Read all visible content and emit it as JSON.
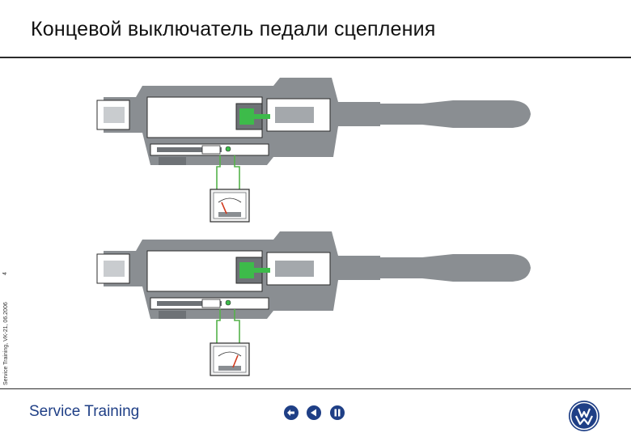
{
  "slide": {
    "title": "Концевой выключатель педали сцепления",
    "side_text": "Service Training, VK-21, 06.2006",
    "page_number": "4"
  },
  "footer": {
    "brand": "Service Training",
    "nav_buttons": [
      {
        "icon": "back-arrow-icon"
      },
      {
        "icon": "previous-arrow-icon"
      },
      {
        "icon": "pause-icon"
      }
    ],
    "logo": "vw-logo-icon"
  },
  "colors": {
    "accent_blue": "#1f3f86",
    "switch_green": "#3dbb4a",
    "wire_green": "#55b24a",
    "body_gray": "#8a8e92",
    "line_dark": "#2b2b2b",
    "needle_red": "#d23a1e"
  },
  "diagram": {
    "states": [
      {
        "name": "top-assembly",
        "meter_reading": "needle-left"
      },
      {
        "name": "bottom-assembly",
        "meter_reading": "needle-right"
      }
    ]
  }
}
